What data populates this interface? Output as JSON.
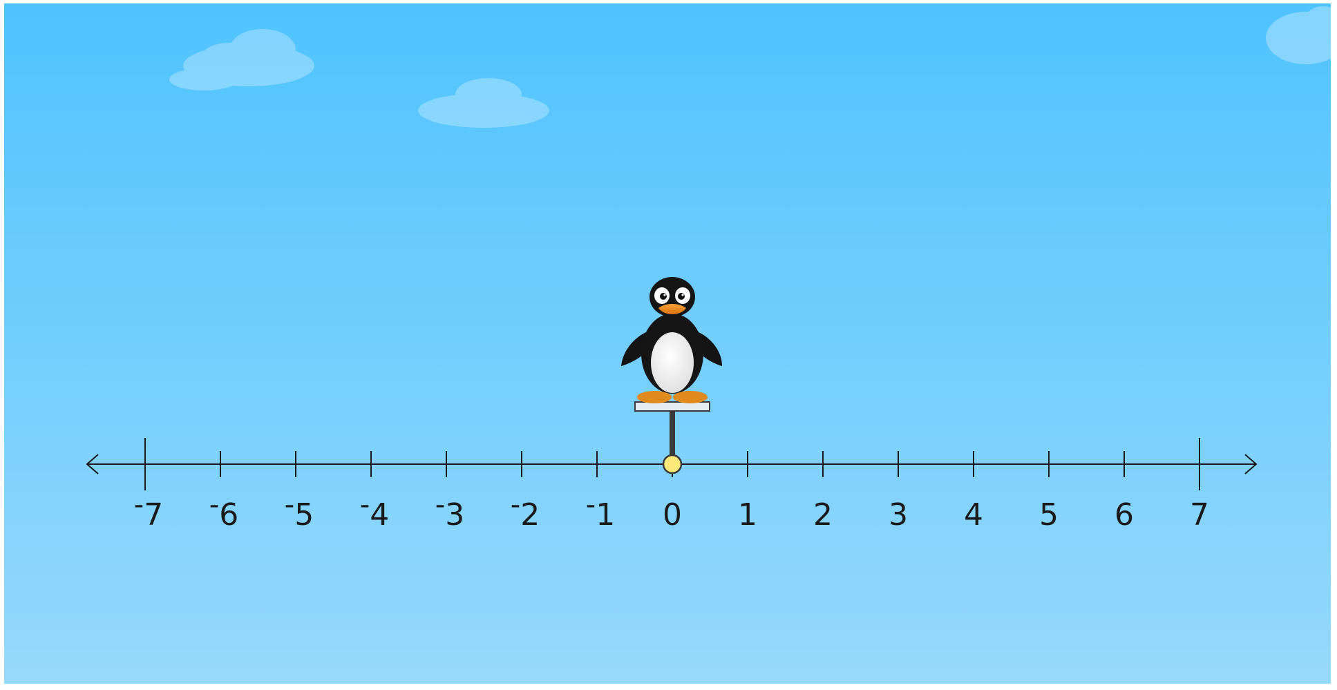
{
  "number_line": {
    "min": -7,
    "max": 7,
    "labels": [
      "-7",
      "-6",
      "-5",
      "-4",
      "-3",
      "-2",
      "-1",
      "0",
      "1",
      "2",
      "3",
      "4",
      "5",
      "6",
      "7"
    ]
  },
  "marker": {
    "value": 0,
    "character": "penguin-icon"
  },
  "colors": {
    "sky_top": "#4fc3fe",
    "sky_bottom": "#97d9fc",
    "line": "#1a1a1a",
    "marker_fill": "#fbe97a",
    "penguin_beak": "#f08a1c"
  }
}
